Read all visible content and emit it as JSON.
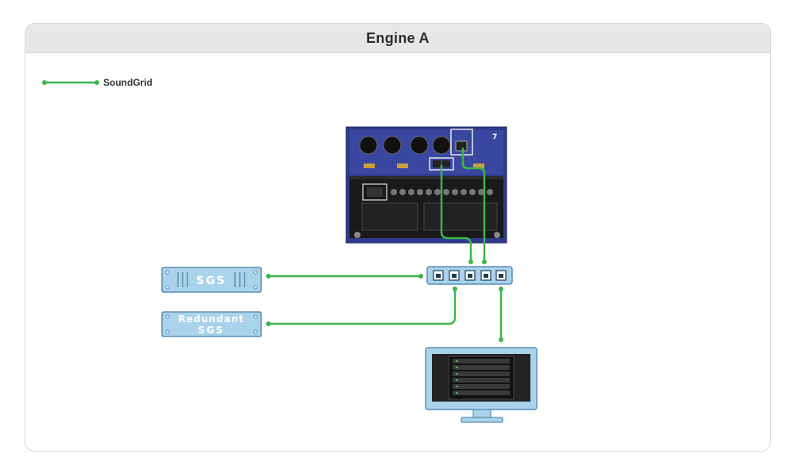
{
  "header": {
    "title": "Engine A"
  },
  "legend": [
    {
      "label": "SoundGrid",
      "color": "#3db54a"
    }
  ],
  "devices": {
    "sgs": {
      "label": "SGS"
    },
    "redundant_sgs": {
      "line1": "Redundant",
      "line2": "SGS"
    },
    "switch": {
      "ports": 5
    },
    "engine": {
      "badge": "7"
    },
    "monitor": {}
  },
  "colors": {
    "connection": "#3db54a",
    "device_fill": "#a9d3ea",
    "device_stroke": "#5a8db5",
    "engine_frame": "#2f3a8c",
    "engine_panel": "#1a1a1a"
  }
}
